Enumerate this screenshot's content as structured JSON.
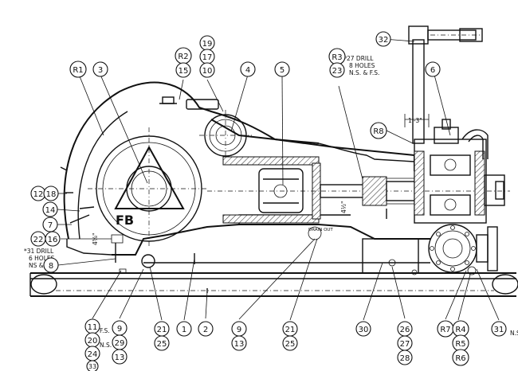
{
  "callouts": {
    "top": [
      {
        "id": "c32",
        "label": "32"
      },
      {
        "id": "c6",
        "label": "6"
      },
      {
        "id": "c3",
        "label": "3"
      },
      {
        "id": "c4",
        "label": "4"
      },
      {
        "id": "c5",
        "label": "5"
      },
      {
        "id": "cR1",
        "label": "R1"
      },
      {
        "id": "cR2",
        "label": "R2"
      },
      {
        "id": "c15",
        "label": "15"
      },
      {
        "id": "c19",
        "label": "19"
      },
      {
        "id": "c17",
        "label": "17"
      },
      {
        "id": "c10",
        "label": "10"
      },
      {
        "id": "cR3",
        "label": "R3"
      },
      {
        "id": "c23",
        "label": "23"
      },
      {
        "id": "cR8",
        "label": "R8"
      }
    ],
    "left": [
      {
        "id": "c12",
        "label": "12"
      },
      {
        "id": "c18",
        "label": "18"
      },
      {
        "id": "c14",
        "label": "14"
      },
      {
        "id": "c7",
        "label": "7"
      },
      {
        "id": "c22",
        "label": "22"
      },
      {
        "id": "c16",
        "label": "16"
      },
      {
        "id": "c8",
        "label": "8"
      }
    ],
    "bottom": [
      {
        "id": "c11",
        "label": "11"
      },
      {
        "id": "c20",
        "label": "20"
      },
      {
        "id": "c24",
        "label": "24"
      },
      {
        "id": "c33",
        "label": "33"
      },
      {
        "id": "c9a",
        "label": "9"
      },
      {
        "id": "c29",
        "label": "29"
      },
      {
        "id": "c13a",
        "label": "13"
      },
      {
        "id": "c21a",
        "label": "21"
      },
      {
        "id": "c25a",
        "label": "25"
      },
      {
        "id": "c1",
        "label": "1"
      },
      {
        "id": "c2",
        "label": "2"
      },
      {
        "id": "c9b",
        "label": "9"
      },
      {
        "id": "c13b",
        "label": "13"
      },
      {
        "id": "c21b",
        "label": "21"
      },
      {
        "id": "c25b",
        "label": "25"
      },
      {
        "id": "c30",
        "label": "30"
      },
      {
        "id": "c26",
        "label": "26"
      },
      {
        "id": "c27",
        "label": "27"
      },
      {
        "id": "c28",
        "label": "28"
      },
      {
        "id": "cR7",
        "label": "R7"
      },
      {
        "id": "cR4",
        "label": "R4"
      },
      {
        "id": "cR5",
        "label": "R5"
      },
      {
        "id": "cR6",
        "label": "R6"
      },
      {
        "id": "c31",
        "label": "31"
      }
    ]
  },
  "notes": {
    "drill27_line1": "⁹27 DRILL",
    "drill27_line2": "8 HOLES",
    "drill27_line3": "N.S. & F.S.",
    "drill31_line1": "*31 DRILL",
    "drill31_line2": "6 HOLES",
    "drill31_line3": "NS & F.S.",
    "fs_9": "F.S.",
    "ns_29": "N.S.",
    "ns_31": "N.S.",
    "dim_1_3": "1'-3\"",
    "dim_4_half": "4½\"",
    "dim_4_5_8": "4⅝\"",
    "drain_out": "DRAIN OUT",
    "logo": "FB"
  }
}
